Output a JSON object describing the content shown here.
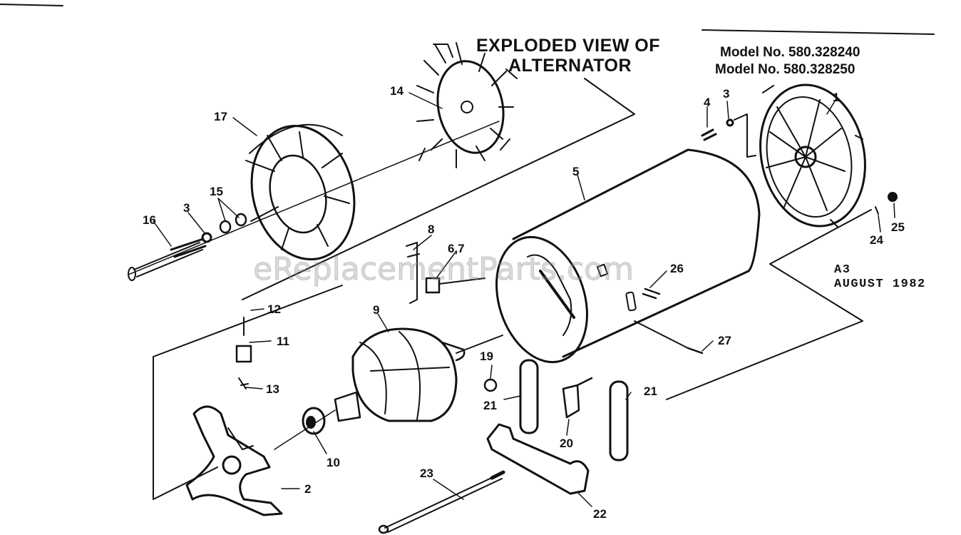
{
  "title": {
    "line1": "EXPLODED VIEW OF",
    "line2": "ALTERNATOR"
  },
  "models": {
    "line1": "Model No. 580.328240",
    "line2": "Model No. 580.328250"
  },
  "revision": {
    "code": "A3",
    "date": "AUGUST 1982"
  },
  "watermark": "eReplacementParts.com",
  "callouts": {
    "c1": "1",
    "c2": "2",
    "c3a": "3",
    "c3b": "3",
    "c4": "4",
    "c5": "5",
    "c67": "6,7",
    "c8": "8",
    "c9": "9",
    "c10": "10",
    "c11": "11",
    "c12": "12",
    "c13": "13",
    "c14": "14",
    "c15": "15",
    "c16": "16",
    "c17": "17",
    "c19": "19",
    "c20": "20",
    "c21a": "21",
    "c21b": "21",
    "c22": "22",
    "c23": "23",
    "c24": "24",
    "c25": "25",
    "c26": "26",
    "c27": "27"
  },
  "colors": {
    "ink": "#111111",
    "paper": "#ffffff"
  }
}
